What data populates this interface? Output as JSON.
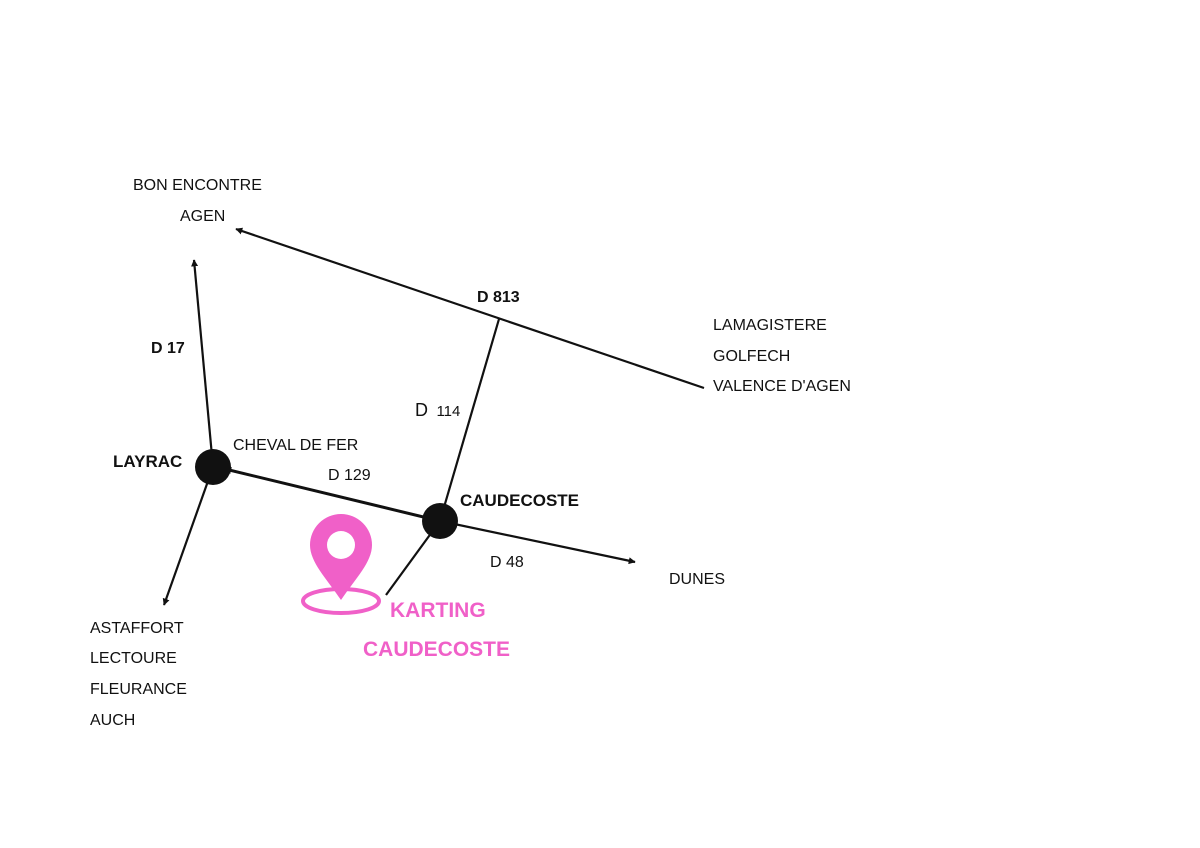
{
  "colors": {
    "ink": "#111111",
    "accent": "#f060c8",
    "background": "#ffffff"
  },
  "icons": {
    "location": "map-pin-icon"
  },
  "destinations": {
    "northwest": [
      "BON ENCONTRE",
      "AGEN"
    ],
    "east": [
      "LAMAGISTERE",
      "GOLFECH",
      "VALENCE D'AGEN"
    ],
    "southwest": [
      "ASTAFFORT",
      "LECTOURE",
      "FLEURANCE",
      "AUCH"
    ],
    "southeast": "DUNES"
  },
  "roads": {
    "d813": "D 813",
    "d17": "D 17",
    "d114_prefix": "D",
    "d114_number": "114",
    "d129": "D 129",
    "d48": "D 48"
  },
  "places": {
    "layrac": "LAYRAC",
    "caudecoste": "CAUDECOSTE",
    "cheval_de_fer": "CHEVAL DE FER"
  },
  "karting": {
    "line1": "KARTING",
    "line2": "CAUDECOSTE"
  }
}
